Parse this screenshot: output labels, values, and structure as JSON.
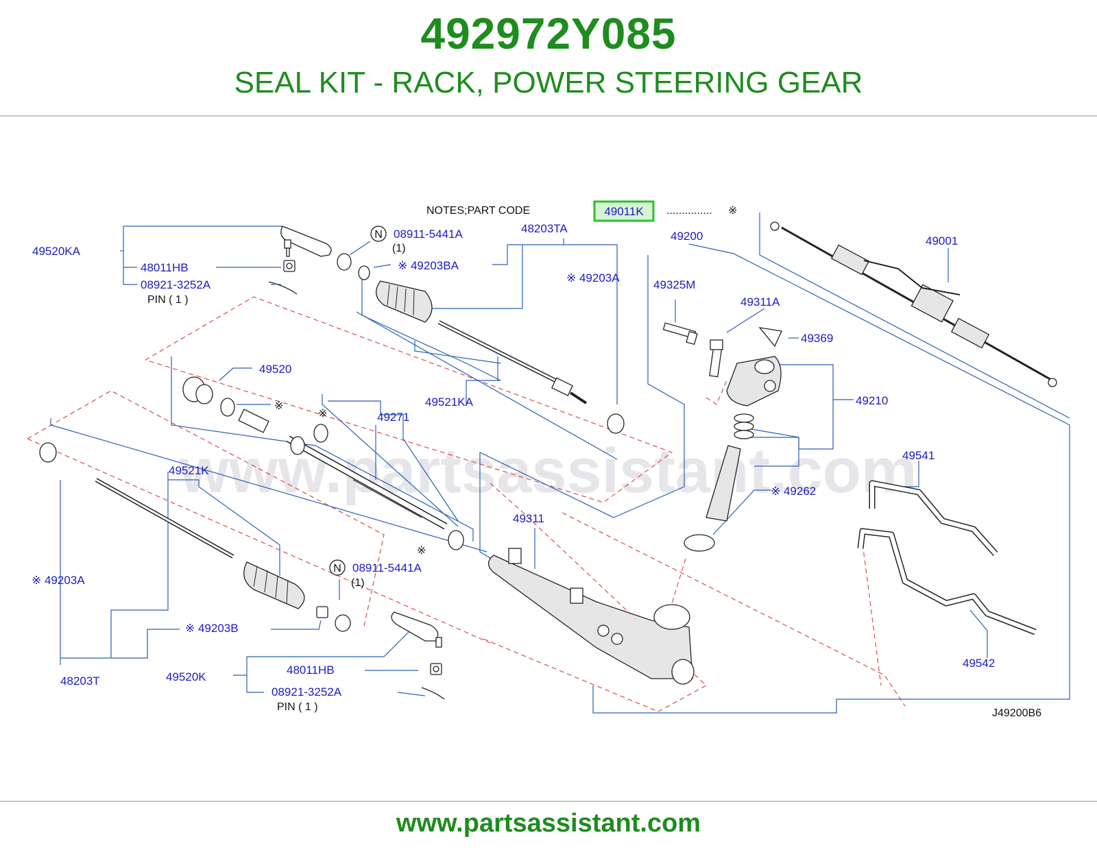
{
  "header": {
    "title": "492972Y085",
    "subtitle": "SEAL KIT - RACK, POWER STEERING GEAR"
  },
  "notes": {
    "label": "NOTES;PART   CODE",
    "highlight_code": "49011K",
    "dots": "...............",
    "mark": "※"
  },
  "labels": {
    "p49520KA": "49520KA",
    "p48011HB_top": "48011HB",
    "p08921_top": "08921-3252A",
    "pin_top": "PIN  ( 1 )",
    "n_top": "N",
    "p08911_top": "08911-5441A",
    "qty_top": "(1)",
    "p49203BA": "※ 49203BA",
    "p48203TA": "48203TA",
    "p49203A_top": "※ 49203A",
    "p49520": "49520",
    "mark_49520": "※",
    "mark_ring": "※",
    "p49271": "49271",
    "p49521KA": "49521KA",
    "p49521K": "49521K",
    "mark_rack": "※",
    "n_bot": "N",
    "p08911_bot": "08911-5441A",
    "qty_bot": "(1)",
    "p49203A_left": "※ 49203A",
    "p49203B": "※ 49203B",
    "p48203T": "48203T",
    "p49520K": "49520K",
    "p48011HB_bot": "48011HB",
    "p08921_bot": "08921-3252A",
    "pin_bot": "PIN  ( 1 )",
    "p49200": "49200",
    "p49325M": "49325M",
    "p49311A": "49311A",
    "p49369": "49369",
    "p49210": "49210",
    "p49262": "※ 49262",
    "p49311": "49311",
    "p49001": "49001",
    "p49541": "49541",
    "p49542": "49542",
    "diagram_code": "J49200B6"
  },
  "watermark": "www.partsassistant.com",
  "footer": {
    "url": "www.partsassistant.com"
  },
  "colors": {
    "brand_green": "#1e8c1e",
    "part_label_blue": "#1a1ac8",
    "highlight_box": "#2fbf2f",
    "highlight_fill": "#d6f5d6"
  }
}
